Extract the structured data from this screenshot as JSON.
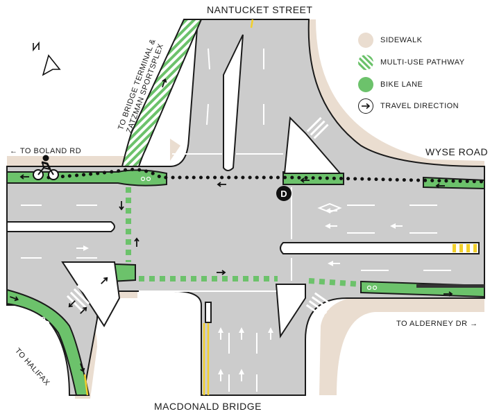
{
  "streets": {
    "north": "NANTUCKET STREET",
    "east": "WYSE ROAD",
    "south": "MACDONALD BRIDGE"
  },
  "destinations": {
    "west": "← TO BOLAND RD",
    "east": "TO ALDERNEY DR →",
    "southwest": "TO HALIFAX",
    "northwest_line1": "TO BRIDGE TERMINAL &",
    "northwest_line2": "ZATZMAN SPORTSPLEX"
  },
  "legend": [
    {
      "label": "SIDEWALK",
      "color": "#eaddd0",
      "pattern": "solid"
    },
    {
      "label": "MULTI-USE PATHWAY",
      "color": "#6cc26b",
      "pattern": "hatched"
    },
    {
      "label": "BIKE LANE",
      "color": "#6cc26b",
      "pattern": "solid"
    },
    {
      "label": "TRAVEL DIRECTION",
      "color": "#111111",
      "pattern": "arrow"
    }
  ],
  "markers": {
    "detour_marker": "D"
  },
  "colors": {
    "road": "#cccccc",
    "sidewalk": "#eaddd0",
    "bike_lane": "#6cc26b",
    "lane_line": "#ffffff",
    "center_line": "#f2d02b",
    "outline": "#1a1a1a"
  },
  "icons": [
    "north-arrow-icon",
    "cyclist-icon",
    "travel-arrow-icon"
  ]
}
